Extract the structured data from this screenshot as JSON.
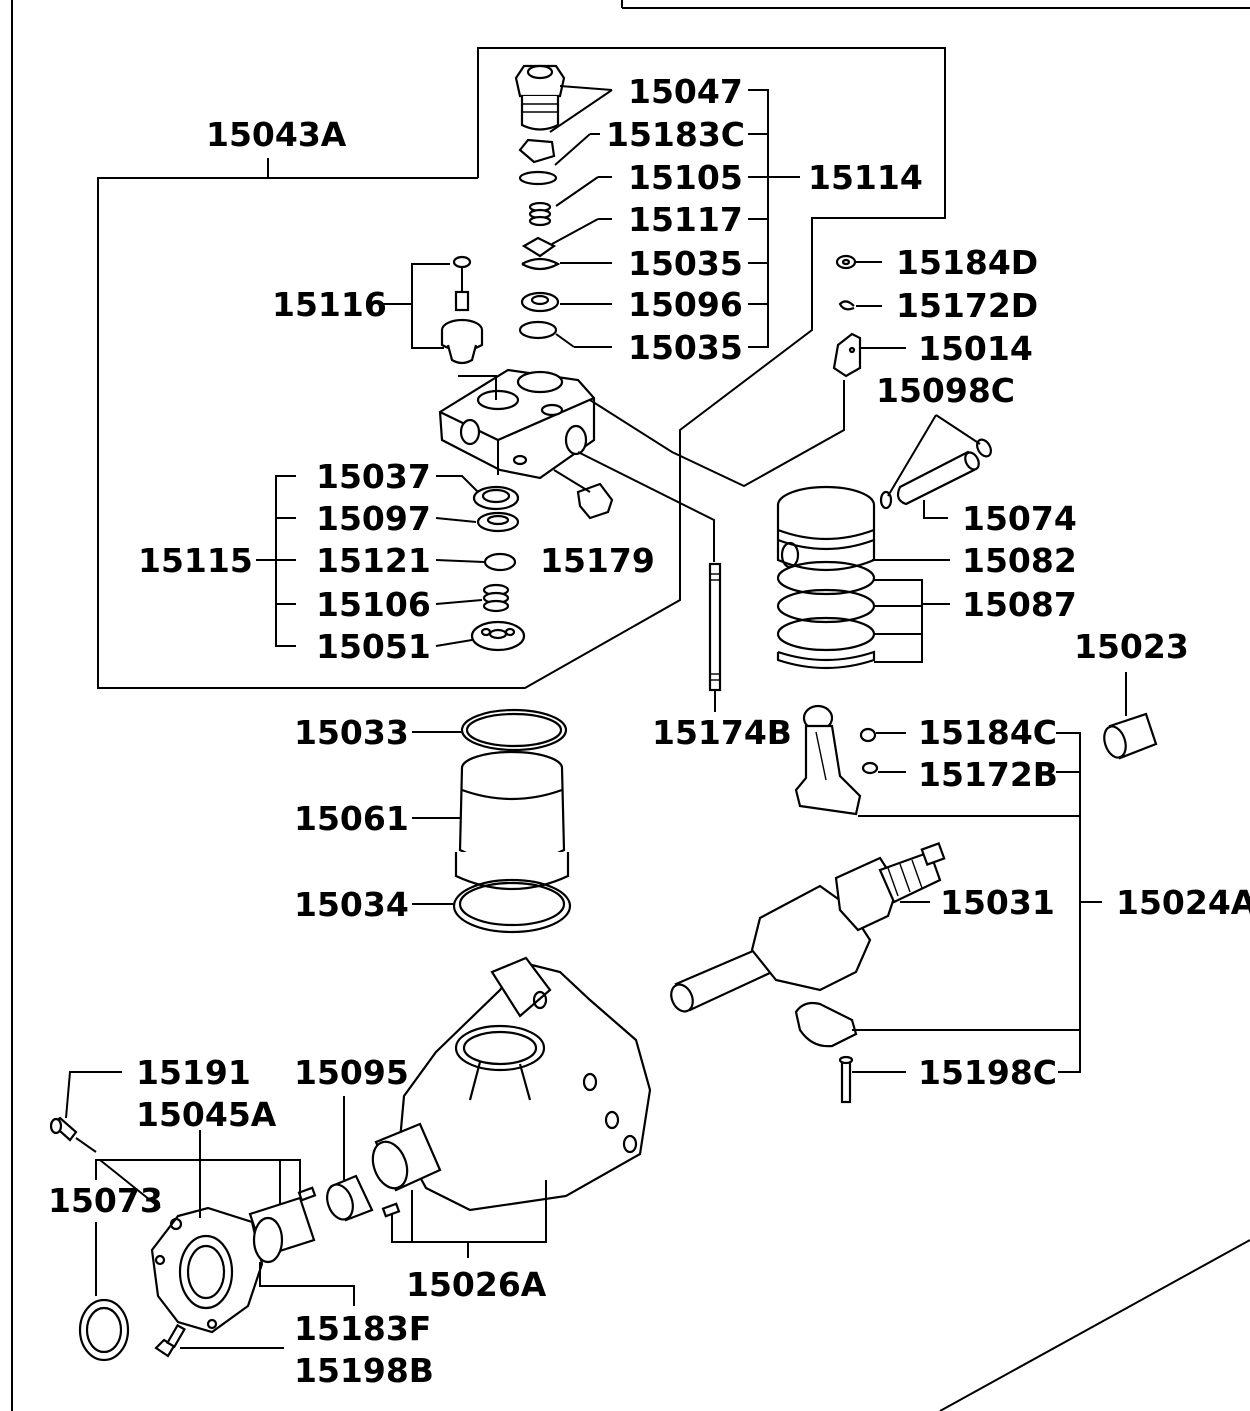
{
  "diagram": {
    "labels": {
      "p15047": "15047",
      "p15183C": "15183C",
      "p15105": "15105",
      "p15114": "15114",
      "p15117": "15117",
      "p15035a": "15035",
      "p15096": "15096",
      "p15035b": "15035",
      "p15043A": "15043A",
      "p15116": "15116",
      "p15184D": "15184D",
      "p15172D": "15172D",
      "p15014": "15014",
      "p15098C": "15098C",
      "p15037": "15037",
      "p15097": "15097",
      "p15115": "15115",
      "p15121": "15121",
      "p15179": "15179",
      "p15106": "15106",
      "p15051": "15051",
      "p15074": "15074",
      "p15082": "15082",
      "p15087": "15087",
      "p15023": "15023",
      "p15033": "15033",
      "p15174B": "15174B",
      "p15184C": "15184C",
      "p15172B": "15172B",
      "p15061": "15061",
      "p15034": "15034",
      "p15031": "15031",
      "p15024A": "15024A",
      "p15191": "15191",
      "p15095": "15095",
      "p15198C": "15198C",
      "p15045A": "15045A",
      "p15073": "15073",
      "p15026A": "15026A",
      "p15183F": "15183F",
      "p15198B": "15198B"
    }
  }
}
